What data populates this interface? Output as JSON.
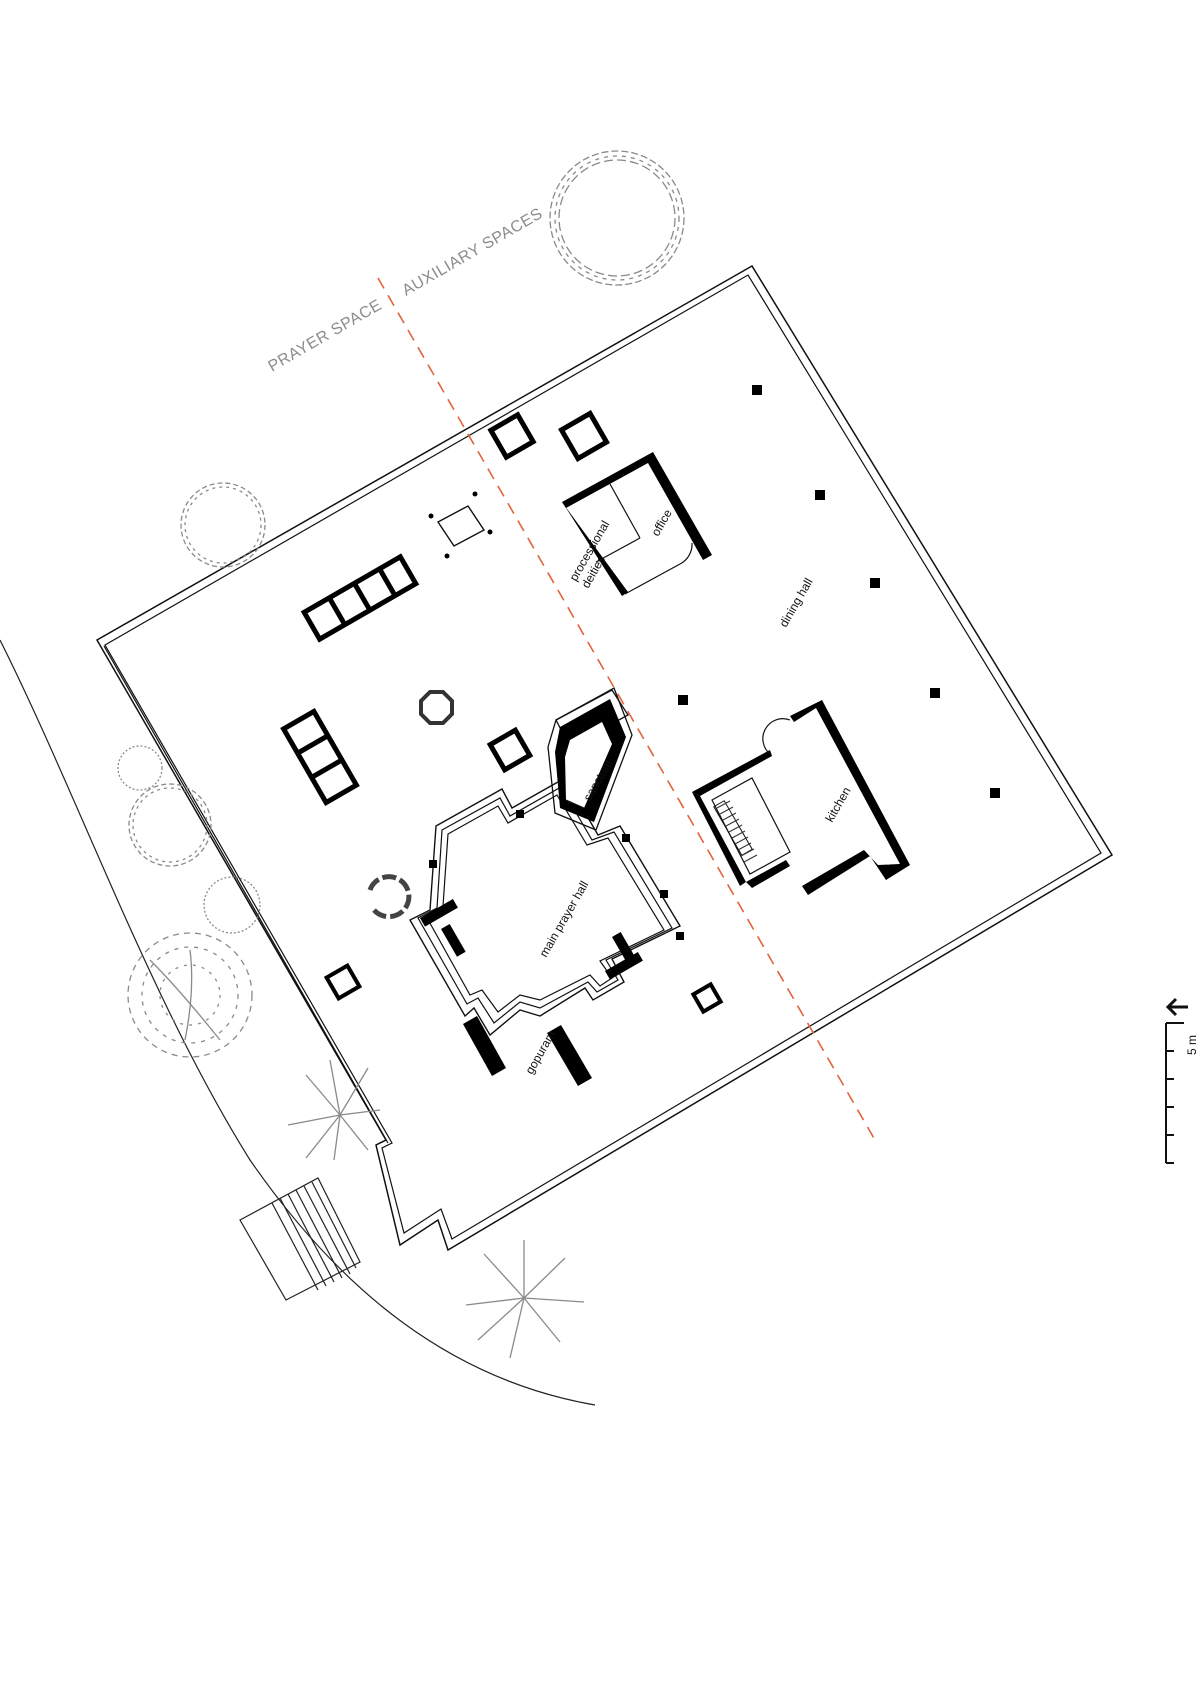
{
  "zones": {
    "prayer": "PRAYER SPACE",
    "auxiliary": "AUXILIARY SPACES"
  },
  "rooms": {
    "main_prayer_hall": "main prayer hall",
    "sanctum": "sanctum",
    "gopuram": "gopuram",
    "processional_line1": "processional",
    "processional_line2": "deities",
    "office": "office",
    "dining_hall": "dining hall",
    "kitchen": "kitchen"
  },
  "scale": {
    "label": "5 m",
    "north_icon": "north-arrow-icon"
  },
  "colors": {
    "divider": "#e2643a",
    "walls": "#000000",
    "vegetation": "#8a8a8a"
  }
}
